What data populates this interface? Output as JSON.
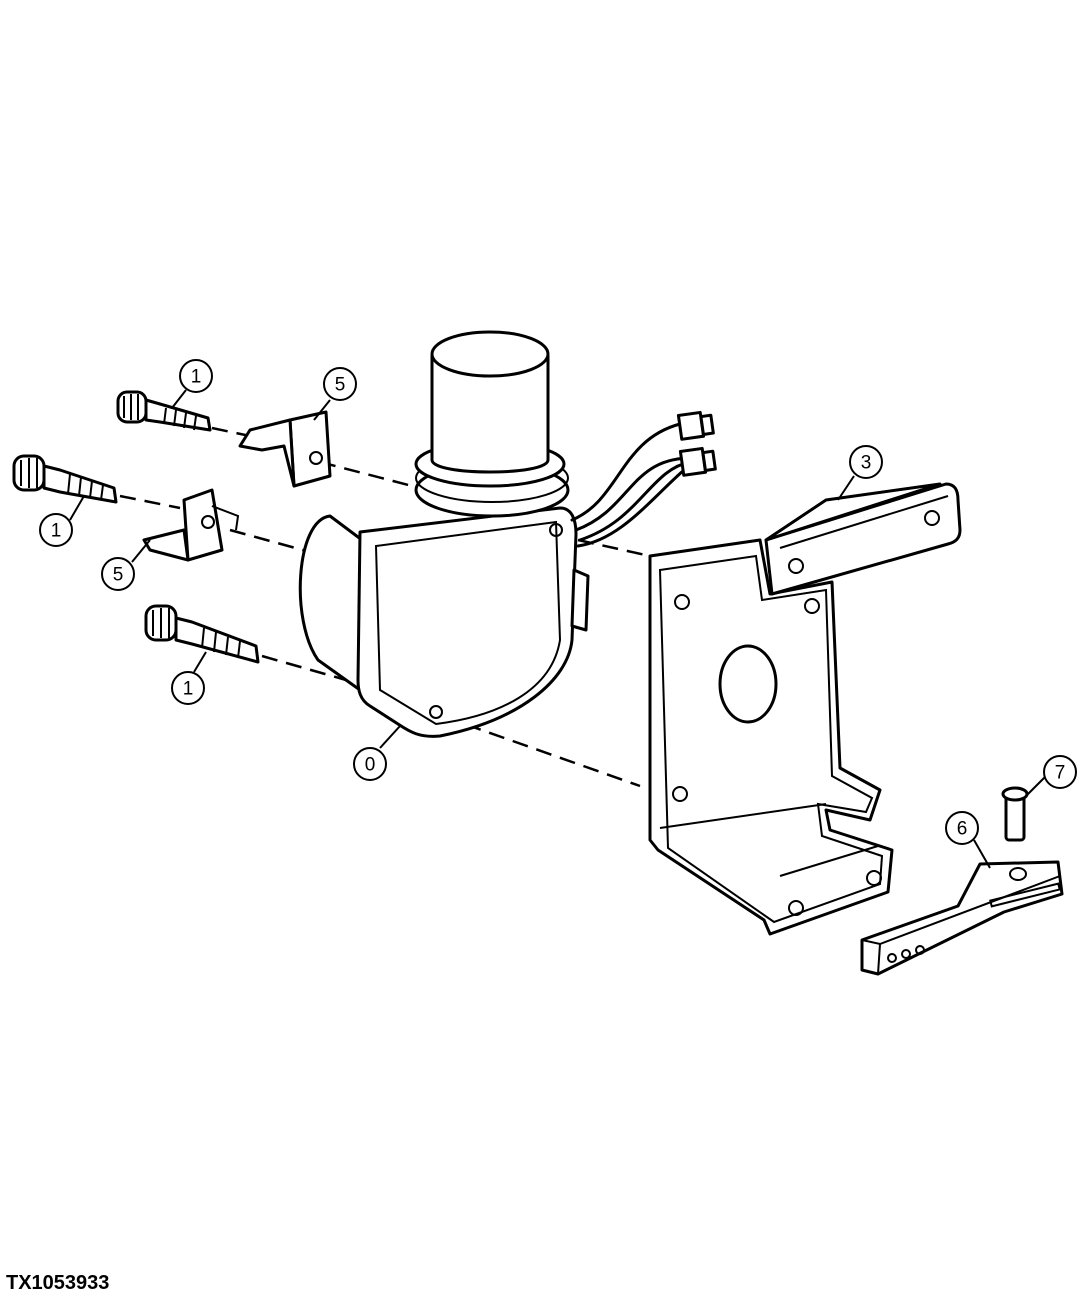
{
  "figure_id": "TX1053933",
  "callouts": [
    {
      "label": "1"
    },
    {
      "label": "5"
    },
    {
      "label": "1"
    },
    {
      "label": "5"
    },
    {
      "label": "1"
    },
    {
      "label": "0"
    },
    {
      "label": "3"
    },
    {
      "label": "7"
    },
    {
      "label": "6"
    }
  ]
}
